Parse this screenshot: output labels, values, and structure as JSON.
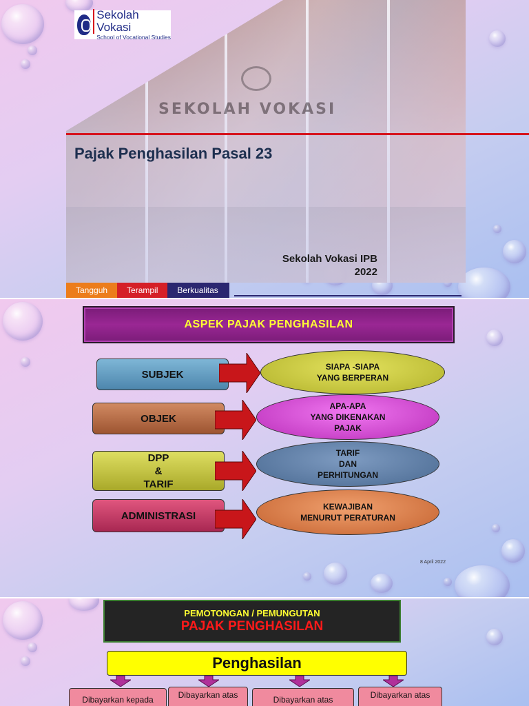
{
  "slide1": {
    "logo": {
      "main": "Sekolah Vokasi",
      "sub": "School of Vocational Studies"
    },
    "building_sign": "SEKOLAH VOKASI",
    "title": "Pajak Penghasilan Pasal 23",
    "author_line1": "Sekolah Vokasi IPB",
    "author_line2": "2022",
    "tags": [
      "Tangguh",
      "Terampil",
      "Berkualitas"
    ],
    "colors": {
      "accent_red": "#d6131c",
      "orange": "#ec7d1c",
      "navy": "#2b2770",
      "title": "#1d2f4f"
    }
  },
  "slide2": {
    "title": "ASPEK PAJAK PENGHASILAN",
    "rows": [
      {
        "label": "SUBJEK",
        "desc": [
          "SIAPA -SIAPA",
          "YANG BERPERAN"
        ]
      },
      {
        "label": "OBJEK",
        "desc": [
          "APA-APA",
          "YANG DIKENAKAN",
          "PAJAK"
        ]
      },
      {
        "label_lines": [
          "DPP",
          "&",
          "TARIF"
        ],
        "desc": [
          "TARIF",
          "DAN",
          "PERHITUNGAN"
        ]
      },
      {
        "label": "ADMINISTRASI",
        "desc": [
          "KEWAJIBAN",
          "MENURUT PERATURAN"
        ]
      }
    ],
    "date": "8 April 2022"
  },
  "slide3": {
    "banner_line1": "PEMOTONGAN / PEMUNGUTAN",
    "banner_line2": "PAJAK PENGHASILAN",
    "main_box": "Penghasilan",
    "items": [
      "Dibayarkan kepada",
      "Dibayarkan atas",
      "Dibayarkan atas",
      "Dibayarkan atas"
    ]
  }
}
